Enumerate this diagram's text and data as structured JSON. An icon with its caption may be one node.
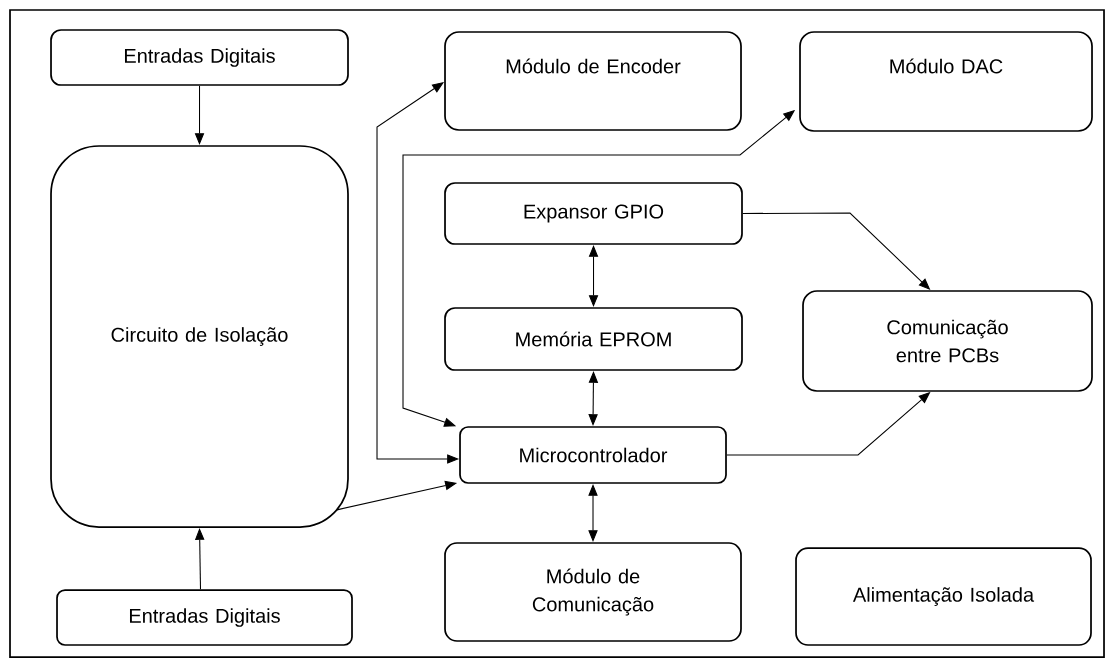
{
  "diagram": {
    "nodes": [
      {
        "text": [
          "Entradas Digitais"
        ]
      },
      {
        "text": [
          "Módulo de Encoder"
        ]
      },
      {
        "text": [
          "Módulo DAC"
        ]
      },
      {
        "text": [
          "Circuito de Isolação"
        ]
      },
      {
        "text": [
          "Expansor GPIO"
        ]
      },
      {
        "text": [
          "Memória EPROM"
        ]
      },
      {
        "text": [
          "Comunicação entre PCBs"
        ]
      },
      {
        "text": [
          "Microcontrolador"
        ]
      },
      {
        "text": [
          "Módulo de Comunicação"
        ]
      },
      {
        "text": [
          "Alimentação Isolada"
        ]
      },
      {
        "text": [
          "Entradas Digitais"
        ]
      }
    ],
    "edges": [
      {
        "from": 0,
        "to": 3,
        "arrow": "to"
      },
      {
        "from": 10,
        "to": 3,
        "arrow": "to"
      },
      {
        "from": 3,
        "to": 7,
        "arrow": "to"
      },
      {
        "from": 7,
        "to": 1,
        "arrow": "both"
      },
      {
        "from": 7,
        "to": 2,
        "arrow": "both"
      },
      {
        "from": 4,
        "to": 5,
        "arrow": "both"
      },
      {
        "from": 5,
        "to": 7,
        "arrow": "both"
      },
      {
        "from": 7,
        "to": 8,
        "arrow": "both"
      },
      {
        "from": 4,
        "to": 6,
        "arrow": "to"
      },
      {
        "from": 7,
        "to": 6,
        "arrow": "to"
      }
    ]
  }
}
